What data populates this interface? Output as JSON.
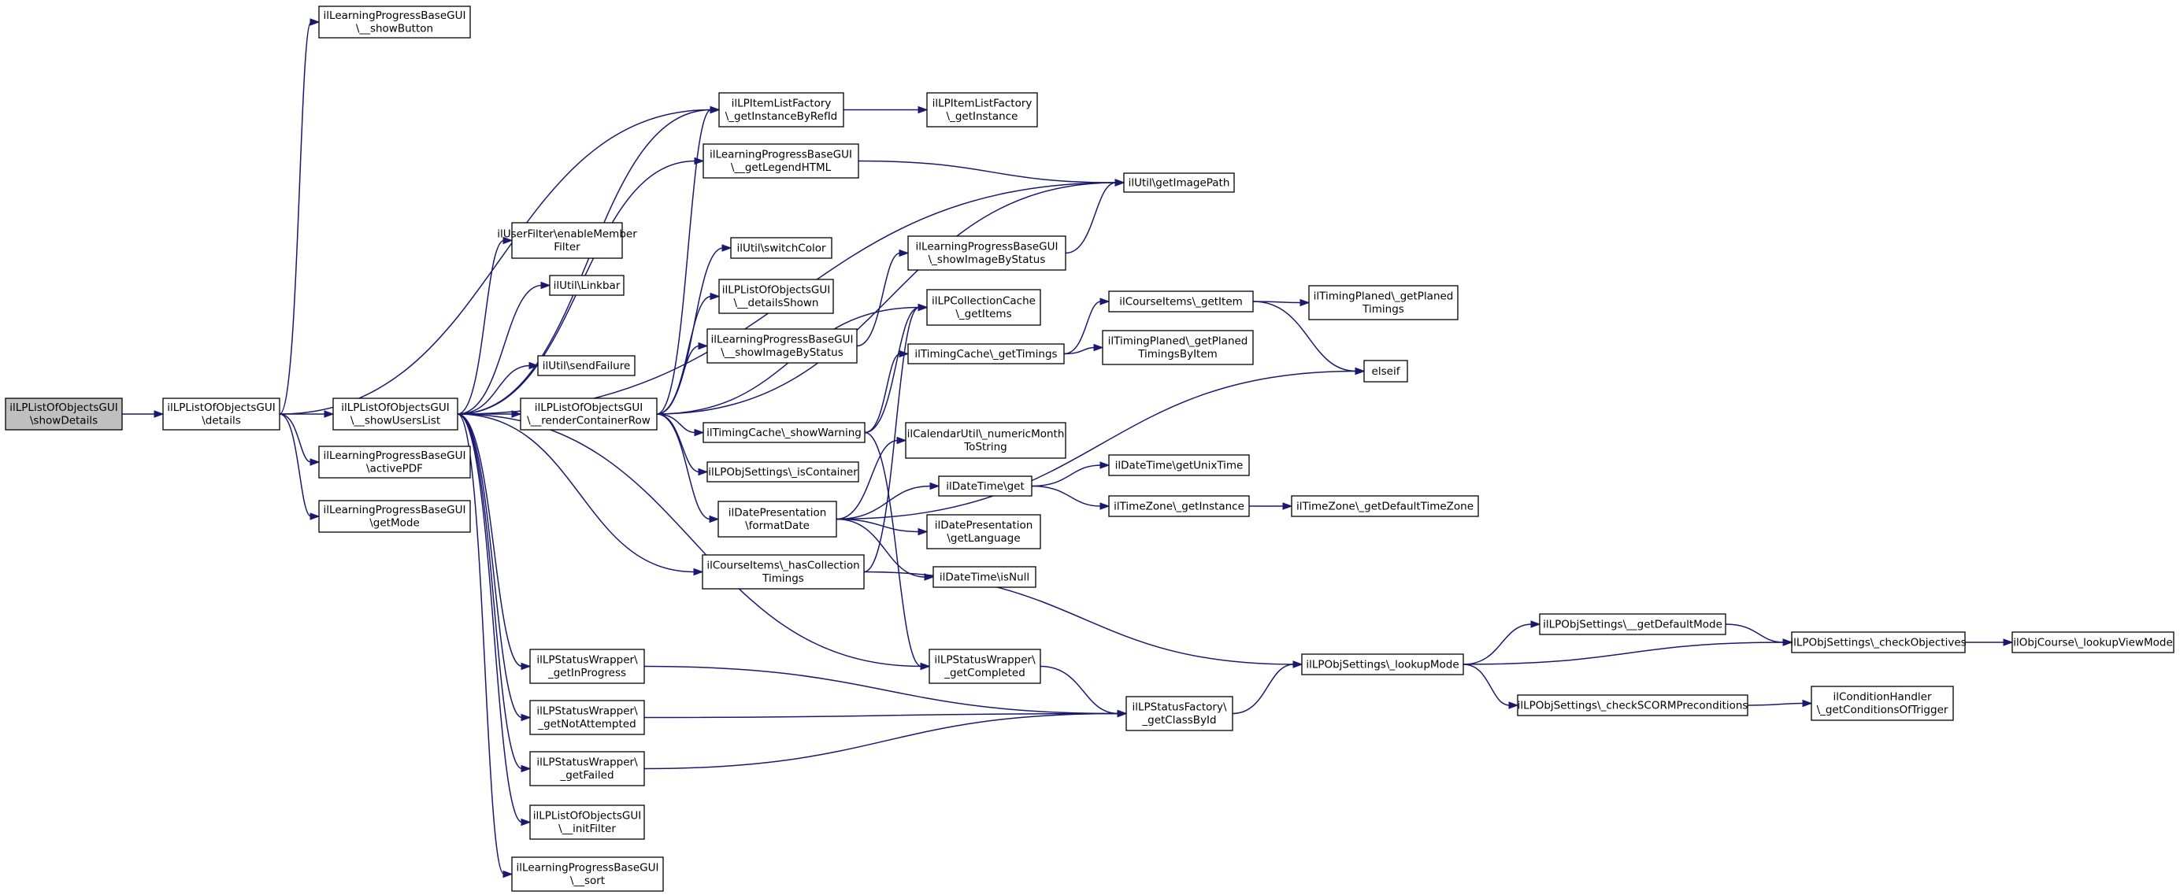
{
  "diagram": {
    "nodes": [
      {
        "id": "n0",
        "lines": [
          "ilLPListOfObjectsGUI",
          "\\showDetails"
        ],
        "root": true
      },
      {
        "id": "n1",
        "lines": [
          "ilLPListOfObjectsGUI",
          "\\details"
        ]
      },
      {
        "id": "n2",
        "lines": [
          "ilLearningProgressBaseGUI",
          "\\__showButton"
        ]
      },
      {
        "id": "n3",
        "lines": [
          "ilLPListOfObjectsGUI",
          "\\__showUsersList"
        ]
      },
      {
        "id": "n4",
        "lines": [
          "ilLearningProgressBaseGUI",
          "\\activePDF"
        ]
      },
      {
        "id": "n5",
        "lines": [
          "ilLearningProgressBaseGUI",
          "\\getMode"
        ]
      },
      {
        "id": "n6",
        "lines": [
          "ilLPItemListFactory",
          "\\_getInstanceByRefId"
        ]
      },
      {
        "id": "n7",
        "lines": [
          "ilUtil\\getImagePath"
        ]
      },
      {
        "id": "n8",
        "lines": [
          "ilLPItemListFactory",
          "\\_getInstance"
        ]
      },
      {
        "id": "n9",
        "lines": [
          "ilUserFilter\\enableMember",
          "Filter"
        ]
      },
      {
        "id": "n10",
        "lines": [
          "ilUtil\\Linkbar"
        ]
      },
      {
        "id": "n11",
        "lines": [
          "ilUtil\\sendFailure"
        ]
      },
      {
        "id": "n12",
        "lines": [
          "ilLPListOfObjectsGUI",
          "\\__renderContainerRow"
        ]
      },
      {
        "id": "n13",
        "lines": [
          "ilLearningProgressBaseGUI",
          "\\__getLegendHTML"
        ]
      },
      {
        "id": "n14",
        "lines": [
          "ilUtil\\switchColor"
        ]
      },
      {
        "id": "n15",
        "lines": [
          "ilLPListOfObjectsGUI",
          "\\__detailsShown"
        ]
      },
      {
        "id": "n16",
        "lines": [
          "ilLearningProgressBaseGUI",
          "\\_showImageByStatus"
        ]
      },
      {
        "id": "n17",
        "lines": [
          "ilLearningProgressBaseGUI",
          "\\__showImageByStatus"
        ]
      },
      {
        "id": "n18",
        "lines": [
          "ilTimingCache\\_showWarning"
        ]
      },
      {
        "id": "n19",
        "lines": [
          "ilLPObjSettings\\_isContainer"
        ]
      },
      {
        "id": "n20",
        "lines": [
          "ilDatePresentation",
          "\\formatDate"
        ]
      },
      {
        "id": "n21",
        "lines": [
          "ilCourseItems\\_hasCollection",
          "Timings"
        ]
      },
      {
        "id": "n22",
        "lines": [
          "ilLPCollectionCache",
          "\\_getItems"
        ]
      },
      {
        "id": "n23",
        "lines": [
          "ilTimingCache\\_getTimings"
        ]
      },
      {
        "id": "n24",
        "lines": [
          "ilCourseItems\\_getItem"
        ]
      },
      {
        "id": "n25",
        "lines": [
          "ilTimingPlaned\\_getPlaned",
          "Timings"
        ]
      },
      {
        "id": "n26",
        "lines": [
          "ilTimingPlaned\\_getPlaned",
          "TimingsByItem"
        ]
      },
      {
        "id": "n27",
        "lines": [
          "elseif"
        ]
      },
      {
        "id": "n28",
        "lines": [
          "ilCalendarUtil\\_numericMonth",
          "ToString"
        ]
      },
      {
        "id": "n29",
        "lines": [
          "ilDateTime\\get"
        ]
      },
      {
        "id": "n30",
        "lines": [
          "ilDateTime\\getUnixTime"
        ]
      },
      {
        "id": "n31",
        "lines": [
          "ilTimeZone\\_getInstance"
        ]
      },
      {
        "id": "n32",
        "lines": [
          "ilTimeZone\\_getDefaultTimeZone"
        ]
      },
      {
        "id": "n33",
        "lines": [
          "ilDatePresentation",
          "\\getLanguage"
        ]
      },
      {
        "id": "n34",
        "lines": [
          "ilDateTime\\isNull"
        ]
      },
      {
        "id": "n35",
        "lines": [
          "ilLPStatusWrapper\\",
          "_getInProgress"
        ]
      },
      {
        "id": "n36",
        "lines": [
          "ilLPStatusWrapper\\",
          "_getCompleted"
        ]
      },
      {
        "id": "n37",
        "lines": [
          "ilLPStatusWrapper\\",
          "_getNotAttempted"
        ]
      },
      {
        "id": "n38",
        "lines": [
          "ilLPStatusWrapper\\",
          "_getFailed"
        ]
      },
      {
        "id": "n39",
        "lines": [
          "ilLPListOfObjectsGUI",
          "\\__initFilter"
        ]
      },
      {
        "id": "n40",
        "lines": [
          "ilLearningProgressBaseGUI",
          "\\__sort"
        ]
      },
      {
        "id": "n41",
        "lines": [
          "ilLPStatusFactory\\",
          "_getClassById"
        ]
      },
      {
        "id": "n42",
        "lines": [
          "ilLPObjSettings\\_lookupMode"
        ]
      },
      {
        "id": "n43",
        "lines": [
          "ilLPObjSettings\\__getDefaultMode"
        ]
      },
      {
        "id": "n44",
        "lines": [
          "ilLPObjSettings\\_checkObjectives"
        ]
      },
      {
        "id": "n45",
        "lines": [
          "ilObjCourse\\_lookupViewMode"
        ]
      },
      {
        "id": "n46",
        "lines": [
          "ilLPObjSettings\\_checkSCORMPreconditions"
        ]
      },
      {
        "id": "n47",
        "lines": [
          "ilConditionHandler",
          "\\_getConditionsOfTrigger"
        ]
      }
    ],
    "edges": [
      [
        "n0",
        "n1"
      ],
      [
        "n1",
        "n2"
      ],
      [
        "n1",
        "n3"
      ],
      [
        "n1",
        "n4"
      ],
      [
        "n1",
        "n5"
      ],
      [
        "n1",
        "n6"
      ],
      [
        "n3",
        "n7"
      ],
      [
        "n3",
        "n9"
      ],
      [
        "n3",
        "n10"
      ],
      [
        "n3",
        "n11"
      ],
      [
        "n3",
        "n12"
      ],
      [
        "n3",
        "n13"
      ],
      [
        "n3",
        "n21"
      ],
      [
        "n3",
        "n35"
      ],
      [
        "n3",
        "n36"
      ],
      [
        "n3",
        "n37"
      ],
      [
        "n3",
        "n38"
      ],
      [
        "n3",
        "n39"
      ],
      [
        "n3",
        "n40"
      ],
      [
        "n3",
        "n6"
      ],
      [
        "n6",
        "n8"
      ],
      [
        "n12",
        "n7"
      ],
      [
        "n12",
        "n6"
      ],
      [
        "n12",
        "n14"
      ],
      [
        "n12",
        "n15"
      ],
      [
        "n12",
        "n17"
      ],
      [
        "n12",
        "n18"
      ],
      [
        "n12",
        "n19"
      ],
      [
        "n12",
        "n20"
      ],
      [
        "n12",
        "n22"
      ],
      [
        "n13",
        "n7"
      ],
      [
        "n16",
        "n7"
      ],
      [
        "n17",
        "n16"
      ],
      [
        "n18",
        "n22"
      ],
      [
        "n18",
        "n23"
      ],
      [
        "n18",
        "n36"
      ],
      [
        "n23",
        "n24"
      ],
      [
        "n23",
        "n26"
      ],
      [
        "n24",
        "n25"
      ],
      [
        "n24",
        "n27"
      ],
      [
        "n20",
        "n28"
      ],
      [
        "n20",
        "n29"
      ],
      [
        "n20",
        "n33"
      ],
      [
        "n20",
        "n34"
      ],
      [
        "n20",
        "n27"
      ],
      [
        "n29",
        "n30"
      ],
      [
        "n29",
        "n31"
      ],
      [
        "n31",
        "n32"
      ],
      [
        "n21",
        "n22"
      ],
      [
        "n21",
        "n42"
      ],
      [
        "n35",
        "n41"
      ],
      [
        "n36",
        "n41"
      ],
      [
        "n37",
        "n41"
      ],
      [
        "n38",
        "n41"
      ],
      [
        "n41",
        "n42"
      ],
      [
        "n42",
        "n43"
      ],
      [
        "n42",
        "n44"
      ],
      [
        "n42",
        "n46"
      ],
      [
        "n43",
        "n44"
      ],
      [
        "n44",
        "n45"
      ],
      [
        "n46",
        "n47"
      ]
    ]
  }
}
